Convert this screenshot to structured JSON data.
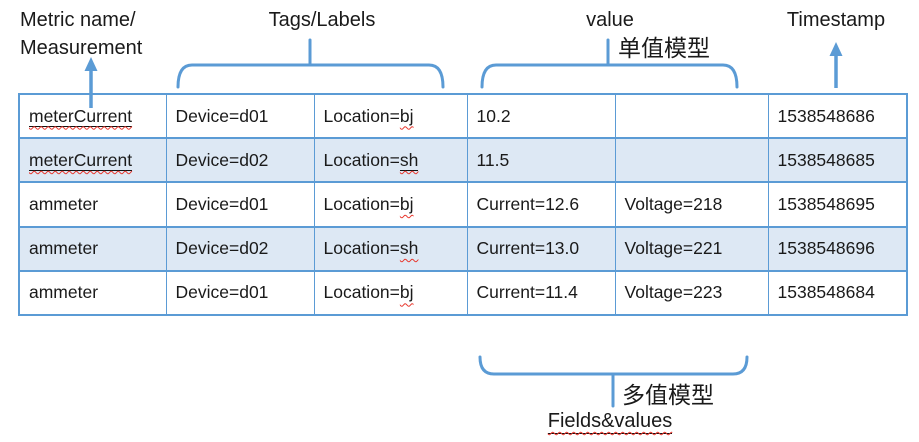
{
  "colors": {
    "accent": "#5b9bd5",
    "shade": "#dde8f4",
    "ink": "#1a1a1a",
    "squiggle": "#e8342a"
  },
  "annotations": {
    "metric_line1": "Metric name/",
    "metric_line2": "Measurement",
    "tags": "Tags/Labels",
    "value": "value",
    "single_value_model": "单值模型",
    "timestamp": "Timestamp",
    "multi_value_model": "多值模型",
    "fields": "Fields&values"
  },
  "table": {
    "columns": [
      "metric",
      "tag1",
      "tag2",
      "field1",
      "field2",
      "timestamp"
    ],
    "rows": [
      {
        "shaded": false,
        "cells": [
          [
            {
              "t": "meterCurrent",
              "s": "u w"
            }
          ],
          [
            {
              "t": "Device=d01"
            }
          ],
          [
            {
              "t": "Location="
            },
            {
              "t": "bj",
              "s": "w"
            }
          ],
          [
            {
              "t": "10.2"
            }
          ],
          [],
          [
            {
              "t": "1538548686"
            }
          ]
        ]
      },
      {
        "shaded": true,
        "cells": [
          [
            {
              "t": "meterCurrent",
              "s": "u w"
            }
          ],
          [
            {
              "t": "Device=d02"
            }
          ],
          [
            {
              "t": "Location="
            },
            {
              "t": "sh",
              "s": "u w"
            }
          ],
          [
            {
              "t": "11.5"
            }
          ],
          [],
          [
            {
              "t": "1538548685"
            }
          ]
        ]
      },
      {
        "shaded": false,
        "cells": [
          [
            {
              "t": "ammeter"
            }
          ],
          [
            {
              "t": "Device=d01"
            }
          ],
          [
            {
              "t": "Location="
            },
            {
              "t": "bj",
              "s": "w"
            }
          ],
          [
            {
              "t": "Current=12.6"
            }
          ],
          [
            {
              "t": "Voltage=218"
            }
          ],
          [
            {
              "t": "1538548695"
            }
          ]
        ]
      },
      {
        "shaded": true,
        "cells": [
          [
            {
              "t": "ammeter"
            }
          ],
          [
            {
              "t": "Device=d02"
            }
          ],
          [
            {
              "t": "Location="
            },
            {
              "t": "sh",
              "s": "w"
            }
          ],
          [
            {
              "t": "Current=13.0"
            }
          ],
          [
            {
              "t": "Voltage=221"
            }
          ],
          [
            {
              "t": "1538548696"
            }
          ]
        ]
      },
      {
        "shaded": false,
        "cells": [
          [
            {
              "t": "ammeter"
            }
          ],
          [
            {
              "t": "Device=d01"
            }
          ],
          [
            {
              "t": "Location="
            },
            {
              "t": "bj",
              "s": "w"
            }
          ],
          [
            {
              "t": "Current=11.4"
            }
          ],
          [
            {
              "t": "Voltage=223"
            }
          ],
          [
            {
              "t": "1538548684"
            }
          ]
        ]
      }
    ]
  }
}
